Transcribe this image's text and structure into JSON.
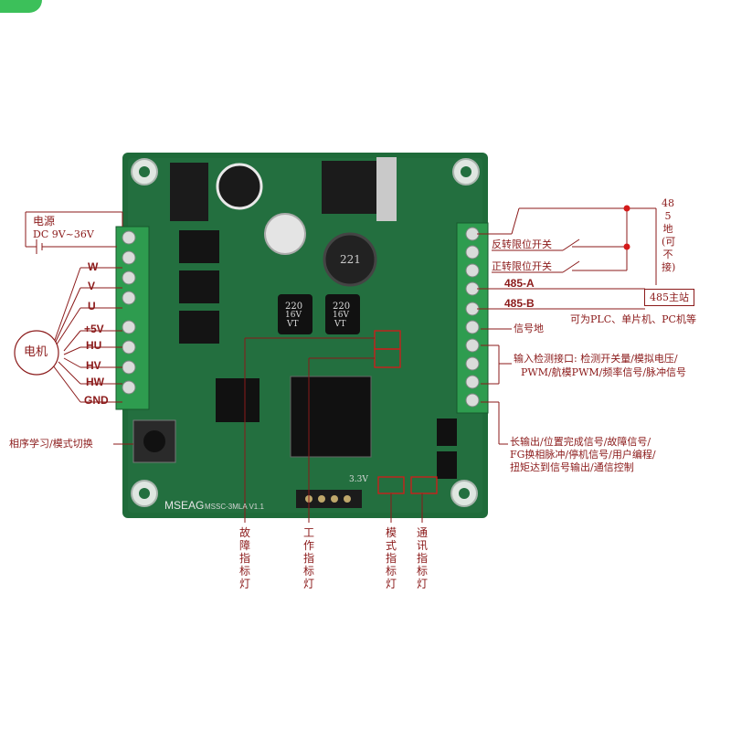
{
  "left": {
    "power_title": "电源",
    "power_range": "DC 9V~36V",
    "motor_pins": [
      "W",
      "V",
      "U",
      "+5V",
      "HU",
      "HV",
      "HW",
      "GND"
    ],
    "motor": "电机",
    "button": "相序学习/模式切换"
  },
  "right": {
    "reverse_limit": "反转限位开关",
    "forward_limit": "正转限位开关",
    "rs485_a": "485-A",
    "rs485_b": "485-B",
    "rs485_gnd": "485地(可不接)",
    "master": "485主站",
    "master_note": "可为PLC、单片机、PC机等",
    "signal_gnd": "信号地",
    "input_line1": "输入检测接口: 检测开关量/模拟电压/",
    "input_line2": "PWM/航模PWM/频率信号/脉冲信号",
    "output_line1": "长输出/位置完成信号/故障信号/",
    "output_line2": "FG换相脉冲/停机信号/用户编程/",
    "output_line3": "扭矩达到信号输出/通信控制"
  },
  "bottom": {
    "fault_led": "故障指标灯",
    "work_led": "工作指标灯",
    "mode_led": "模式指标灯",
    "comm_led": "通讯指标灯"
  },
  "board": {
    "silk_brand": "MSEAG",
    "silk_model": "MSSC-3MLA V1.1",
    "cap_large": "220",
    "cap_voltage": "16V",
    "cap_series": "VT",
    "inductor": "221",
    "vdd": "3.3V"
  },
  "colors": {
    "pcb": "#1f6b3a",
    "label": "#8b1a1a",
    "terminal": "#2e9c4f"
  }
}
